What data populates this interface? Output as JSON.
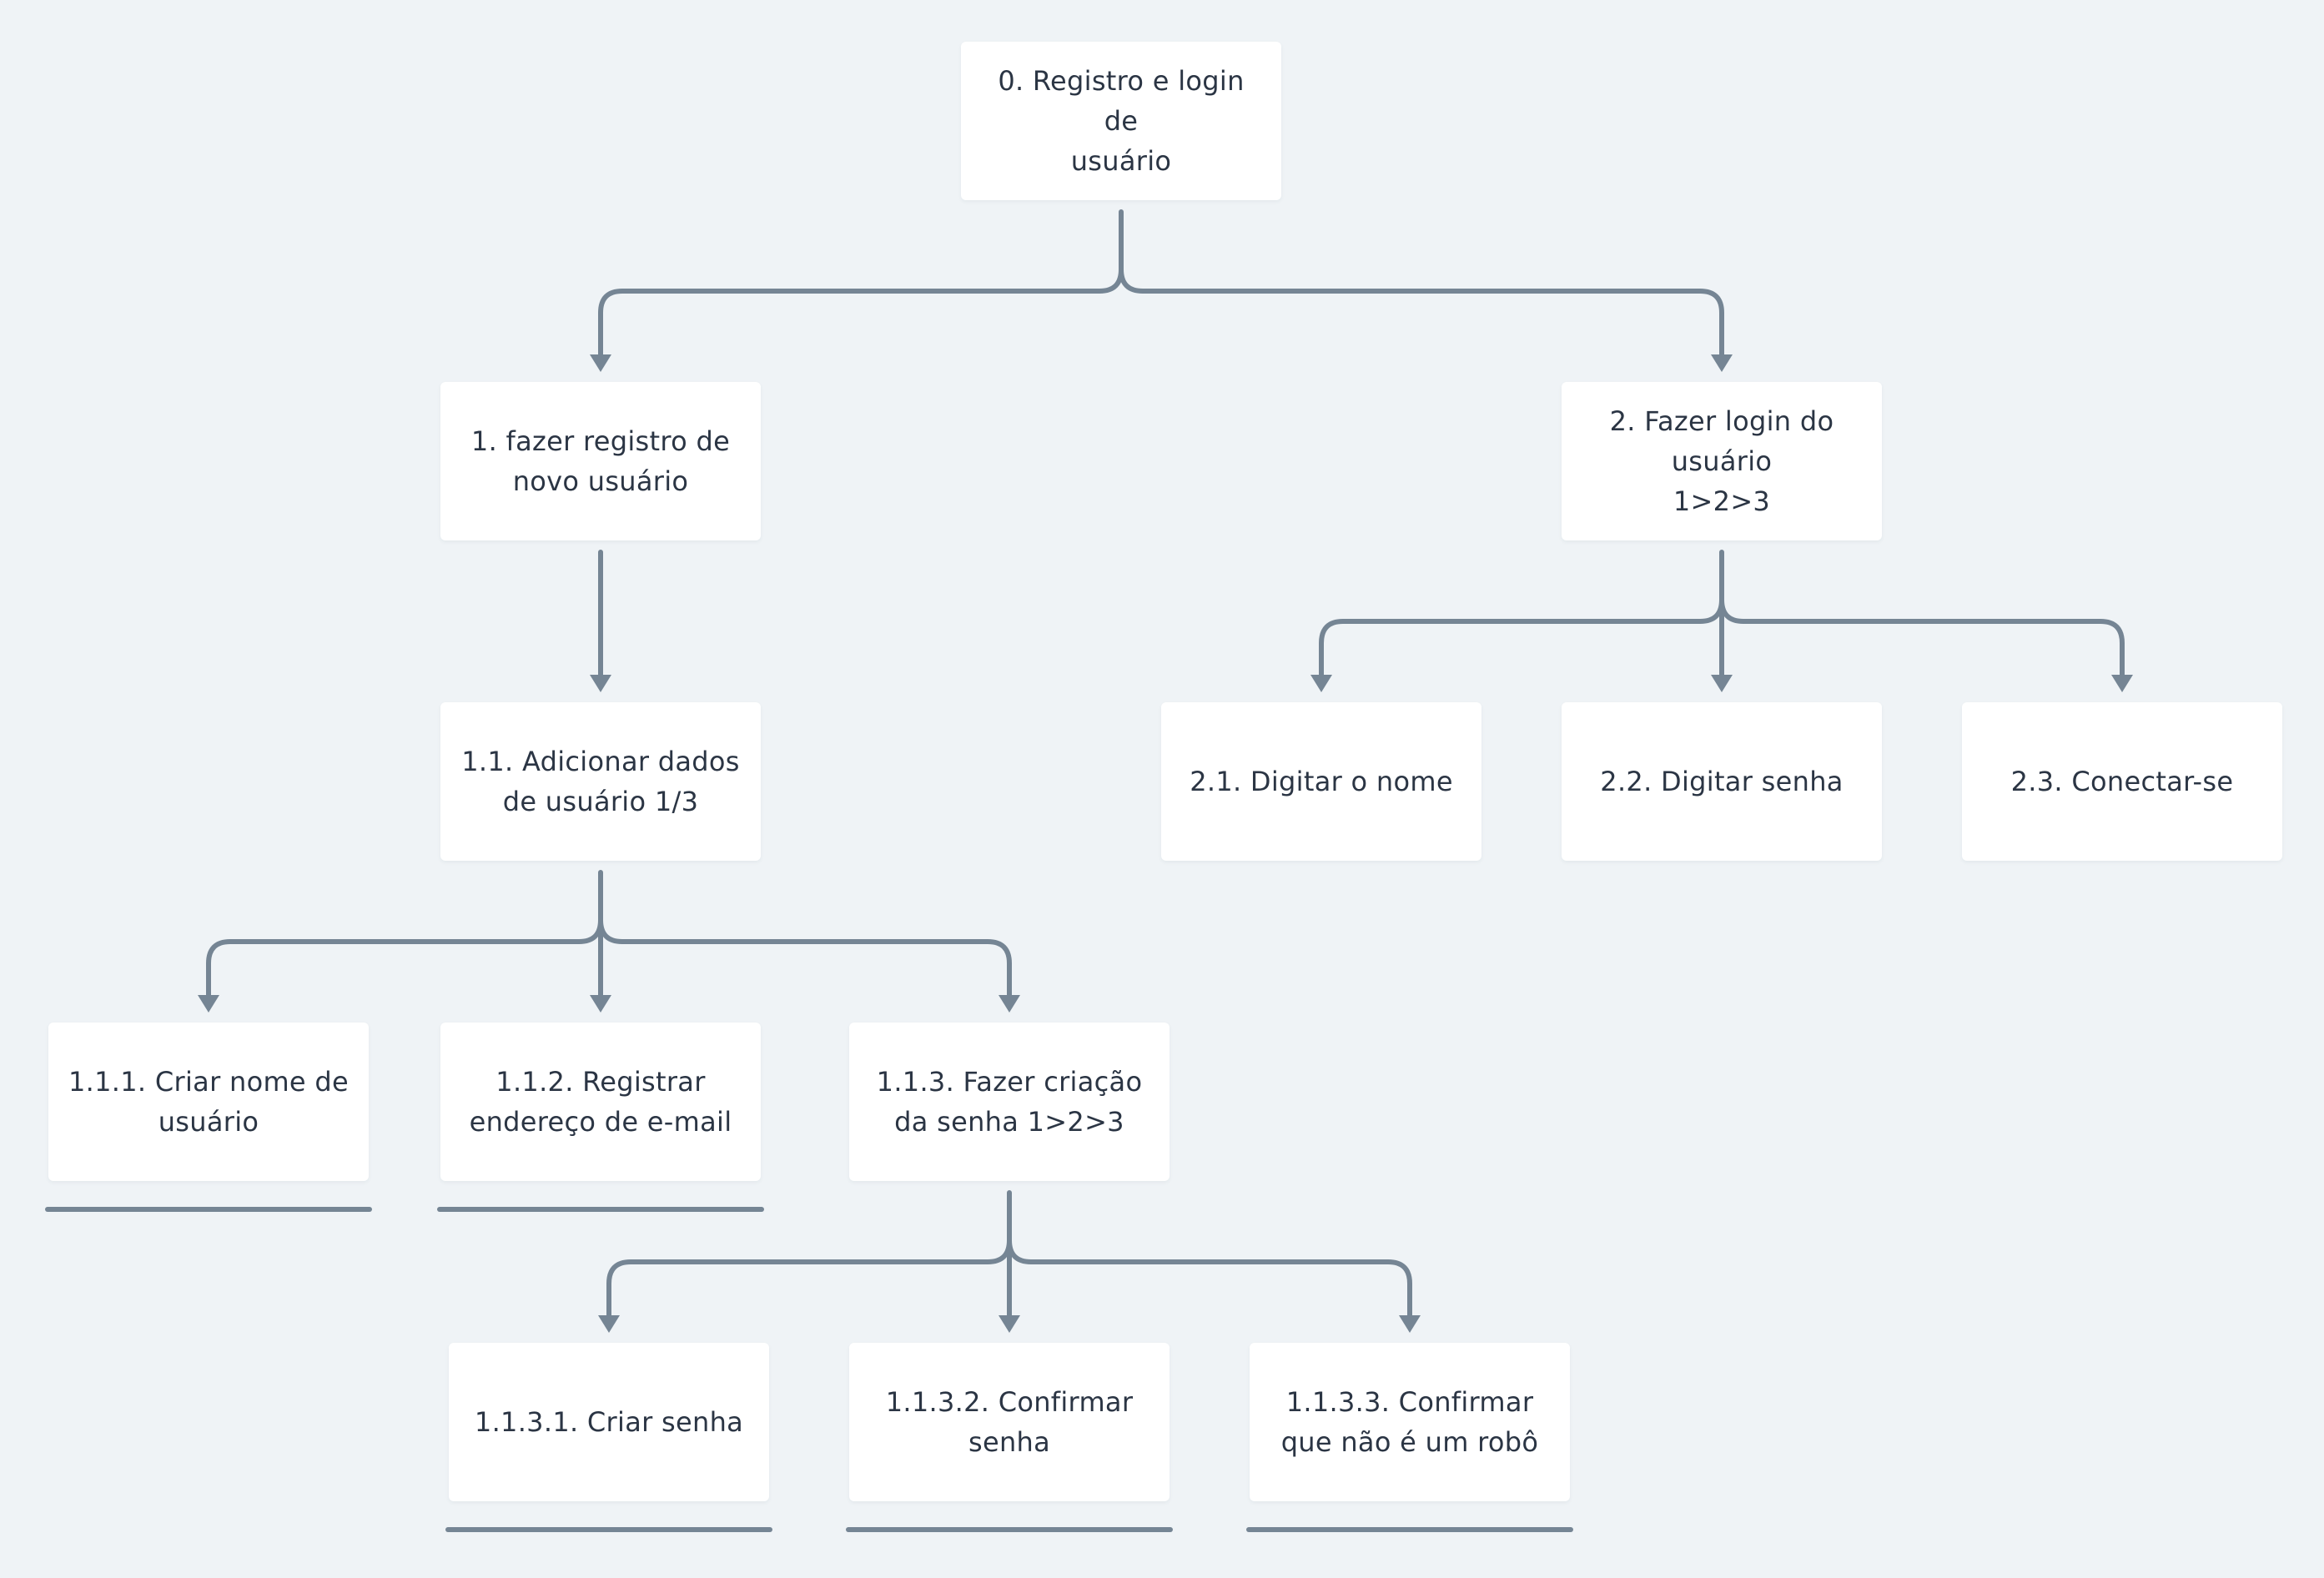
{
  "diagram": {
    "nodes": [
      {
        "id": "n0",
        "label": "0. Registro e login de\nusuário"
      },
      {
        "id": "n1",
        "label": "1. fazer registro de\nnovo usuário"
      },
      {
        "id": "n2",
        "label": "2. Fazer login do\nusuário\n1>2>3"
      },
      {
        "id": "n11",
        "label": "1.1. Adicionar dados\nde usuário 1/3"
      },
      {
        "id": "n21",
        "label": "2.1. Digitar o nome"
      },
      {
        "id": "n22",
        "label": "2.2. Digitar senha"
      },
      {
        "id": "n23",
        "label": "2.3. Conectar-se"
      },
      {
        "id": "n111",
        "label": "1.1.1. Criar nome de\nusuário"
      },
      {
        "id": "n112",
        "label": "1.1.2. Registrar\nendereço de e-mail"
      },
      {
        "id": "n113",
        "label": "1.1.3. Fazer criação\nda senha 1>2>3"
      },
      {
        "id": "n1131",
        "label": "1.1.3.1. Criar senha"
      },
      {
        "id": "n1132",
        "label": "1.1.3.2. Confirmar\nsenha"
      },
      {
        "id": "n1133",
        "label": "1.1.3.3. Confirmar\nque não é um robô"
      }
    ],
    "edges": [
      [
        "n0",
        "n1"
      ],
      [
        "n0",
        "n2"
      ],
      [
        "n1",
        "n11"
      ],
      [
        "n2",
        "n21"
      ],
      [
        "n2",
        "n22"
      ],
      [
        "n2",
        "n23"
      ],
      [
        "n11",
        "n111"
      ],
      [
        "n11",
        "n112"
      ],
      [
        "n11",
        "n113"
      ],
      [
        "n113",
        "n1131"
      ],
      [
        "n113",
        "n1132"
      ],
      [
        "n113",
        "n1133"
      ]
    ],
    "colors": {
      "background": "#eff3f6",
      "node": "#ffffff",
      "text": "#2b3544",
      "connector": "#758594"
    }
  }
}
